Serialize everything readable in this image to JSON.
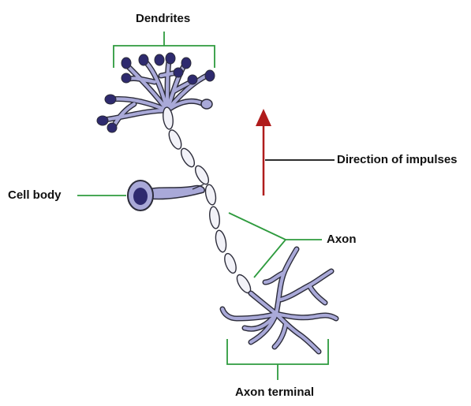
{
  "labels": {
    "dendrites": "Dendrites",
    "cell_body": "Cell body",
    "direction": "Direction of impulses",
    "axon": "Axon",
    "axon_terminal": "Axon terminal"
  },
  "colors": {
    "neuron_fill": "#a9a9d8",
    "neuron_dark": "#2e2a6e",
    "outline": "#2c2c3a",
    "myelin": "#f2f2f8",
    "bracket": "#2e9b3e",
    "arrow": "#b01c1c",
    "pointer": "#111111"
  }
}
